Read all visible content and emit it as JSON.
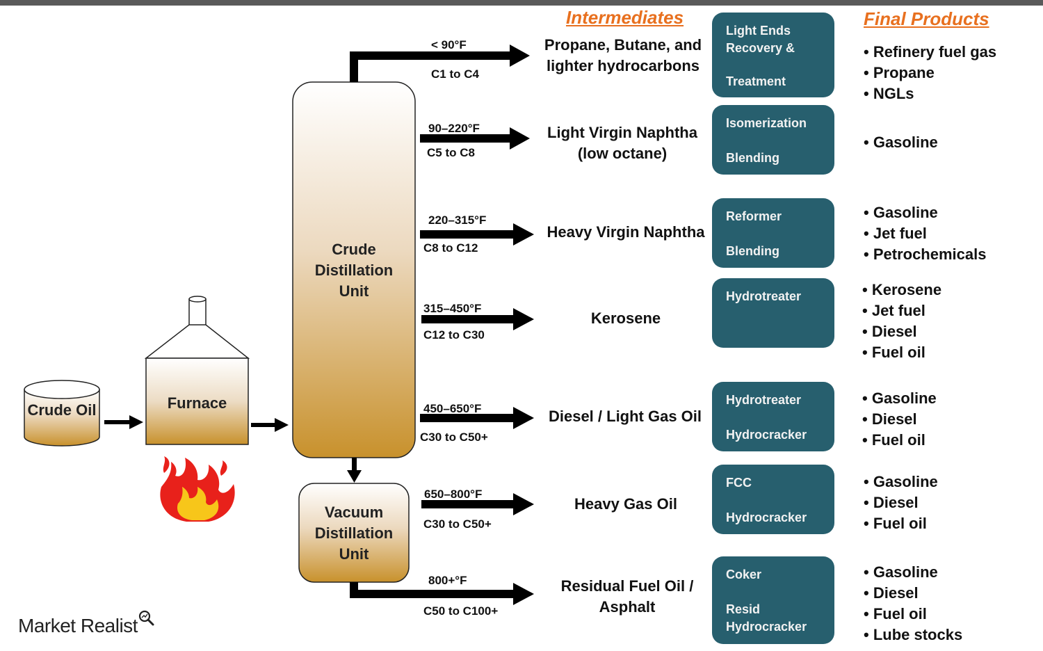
{
  "headers": {
    "intermediates": "Intermediates",
    "final_products": "Final Products"
  },
  "units": {
    "crude_oil": "Crude Oil",
    "furnace": "Furnace",
    "cdu": "Crude Distillation Unit",
    "vdu": "Vacuum Distillation Unit"
  },
  "streams": [
    {
      "temp": "< 90°F",
      "carbon": "C1 to C4",
      "intermediate": "Propane, Butane, and lighter hydrocarbons",
      "process_top": "Light Ends Recovery &",
      "process_bottom": "Treatment",
      "products": [
        "Refinery fuel gas",
        "Propane",
        "NGLs"
      ]
    },
    {
      "temp": "90–220°F",
      "carbon": "C5 to C8",
      "intermediate": "Light Virgin Naphtha (low octane)",
      "process_top": "Isomerization",
      "process_bottom": "Blending",
      "products": [
        "Gasoline"
      ]
    },
    {
      "temp": "220–315°F",
      "carbon": "C8 to C12",
      "intermediate": "Heavy Virgin Naphtha",
      "process_top": "Reformer",
      "process_bottom": "Blending",
      "products": [
        "Gasoline",
        "Jet fuel",
        "Petrochemicals"
      ]
    },
    {
      "temp": "315–450°F",
      "carbon": "C12 to C30",
      "intermediate": "Kerosene",
      "process_top": "Hydrotreater",
      "process_bottom": "",
      "products": [
        "Kerosene",
        "Jet fuel",
        "Diesel",
        "Fuel oil"
      ]
    },
    {
      "temp": "450–650°F",
      "carbon": "C30 to C50+",
      "intermediate": "Diesel / Light Gas Oil",
      "process_top": "Hydrotreater",
      "process_bottom": "Hydrocracker",
      "products": [
        "Gasoline",
        "Diesel",
        "Fuel oil"
      ]
    },
    {
      "temp": "650–800°F",
      "carbon": "C30 to C50+",
      "intermediate": "Heavy Gas Oil",
      "process_top": "FCC",
      "process_bottom": "Hydrocracker",
      "products": [
        "Gasoline",
        "Diesel",
        "Fuel oil"
      ]
    },
    {
      "temp": "800+°F",
      "carbon": "C50 to C100+",
      "intermediate": "Residual Fuel Oil / Asphalt",
      "process_top": "Coker",
      "process_bottom": "Resid Hydrocracker",
      "products": [
        "Gasoline",
        "Diesel",
        "Fuel oil",
        "Lube stocks"
      ]
    }
  ],
  "logo": {
    "text": "Market Realist"
  },
  "colors": {
    "header": "#e8701f",
    "process_box": "#275f6e",
    "process_arrow": "#9fd6ea",
    "unit_gradient_bottom": "#c8912c"
  }
}
